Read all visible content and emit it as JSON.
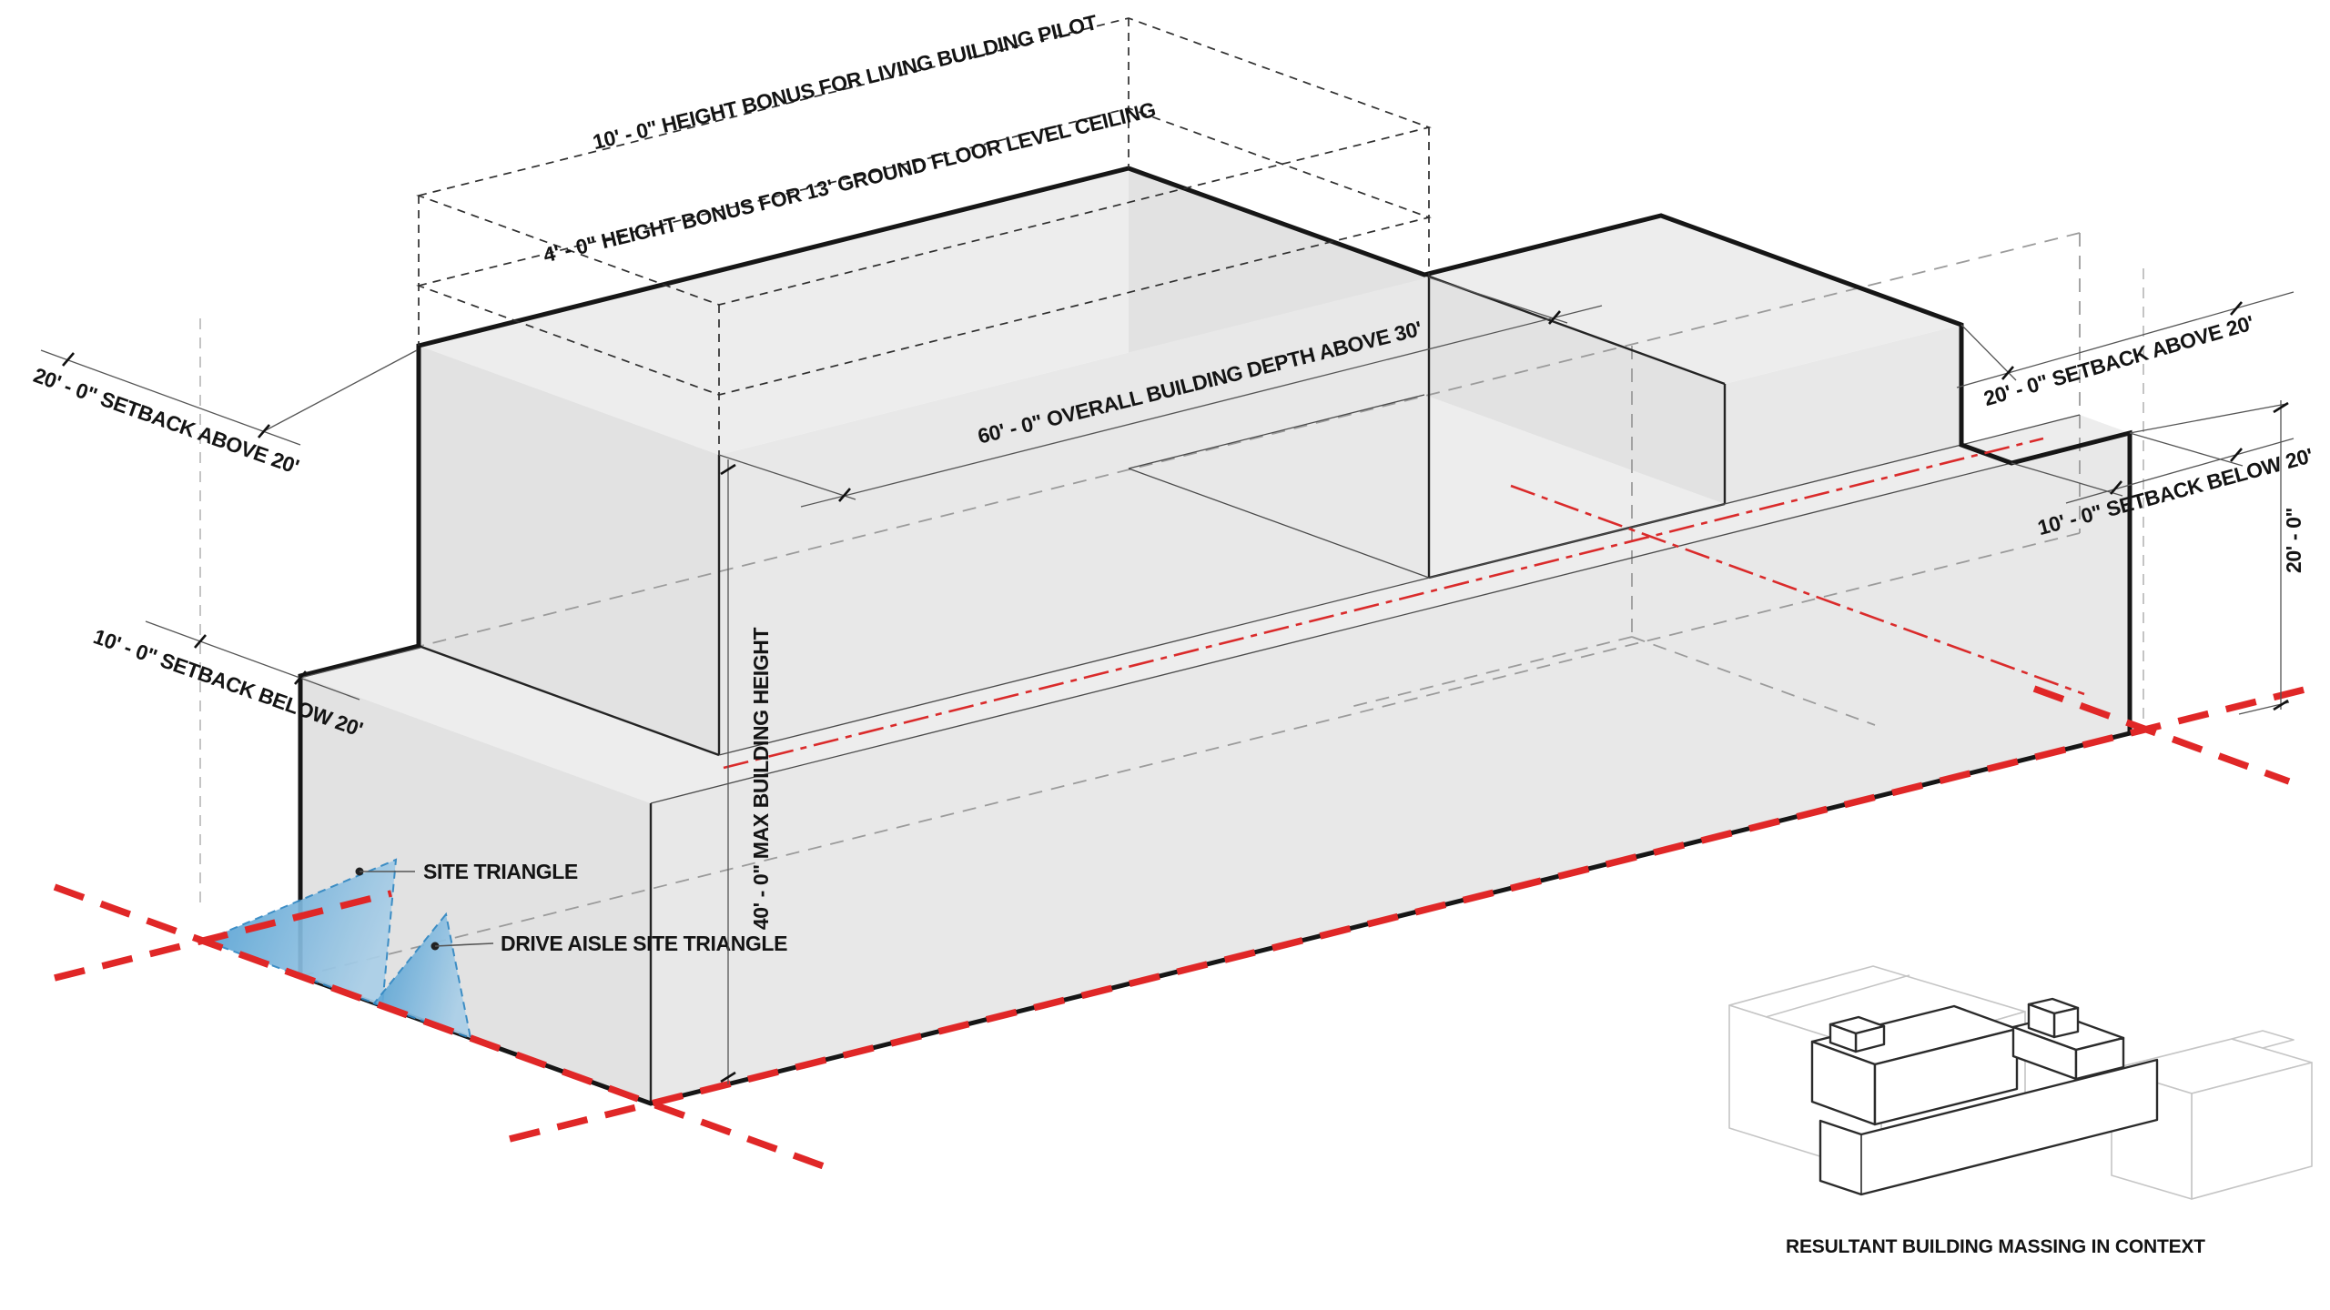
{
  "diagram": {
    "title_context": "RESULTANT BUILDING MASSING IN CONTEXT",
    "labels": {
      "bonus10": "10' - 0\" HEIGHT BONUS FOR LIVING BUILDING PILOT",
      "bonus4": "4' - 0\" HEIGHT BONUS FOR 13' GROUND FLOOR LEVEL CEILING",
      "setback20_left": "20' - 0\" SETBACK ABOVE 20'",
      "setback10_left": "10' - 0\" SETBACK BELOW 20'",
      "depth60": "60' - 0\" OVERALL BUILDING DEPTH ABOVE 30'",
      "height40": "40' - 0\" MAX BUILDING HEIGHT",
      "site_triangle": "SITE TRIANGLE",
      "drive_aisle_site_triangle": "DRIVE AISLE SITE TRIANGLE",
      "setback20_right": "20' - 0\" SETBACK ABOVE 20'",
      "setback10_right": "10' - 0\" SETBACK BELOW 20'",
      "vert20": "20' - 0\""
    },
    "colors": {
      "mass_fill": "#e9e9e9",
      "outline": "#161616",
      "hidden_line": "#9b9b9b",
      "property_line_red": "#e02727",
      "sight_line_red": "#da2b2b",
      "site_triangle_blue": "#5d9fc7",
      "context_line": "#c5c5c5"
    }
  }
}
